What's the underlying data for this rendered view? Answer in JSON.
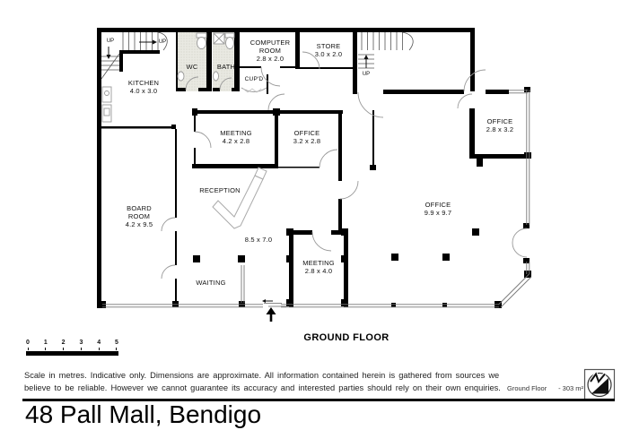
{
  "plan": {
    "floor_label": "GROUND FLOOR",
    "up_labels": [
      "UP",
      "UP",
      "UP"
    ],
    "rooms": [
      {
        "line1": "KITCHEN",
        "line2": "4.0 x 3.0"
      },
      {
        "line1": "WC"
      },
      {
        "line1": "BATH"
      },
      {
        "line1": "COMPUTER",
        "line2": "ROOM",
        "line3": "2.8 x 2.0"
      },
      {
        "line1": "STORE",
        "line2": "3.0 x 2.0"
      },
      {
        "line1": "CUP'D"
      },
      {
        "line1": "MEETING",
        "line2": "4.2 x 2.8"
      },
      {
        "line1": "OFFICE",
        "line2": "3.2 x 2.8"
      },
      {
        "line1": "OFFICE",
        "line2": "2.8 x 3.2"
      },
      {
        "line1": "BOARD",
        "line2": "ROOM",
        "line3": "4.2 x 9.5"
      },
      {
        "line1": "RECEPTION"
      },
      {
        "line1": "OFFICE",
        "line2": "9.9 x 9.7"
      },
      {
        "line1": "8.5 x 7.0"
      },
      {
        "line1": "MEETING",
        "line2": "2.8 x 4.0"
      },
      {
        "line1": "WAITING"
      }
    ]
  },
  "scale_bar": {
    "ticks": [
      "0",
      "1",
      "2",
      "3",
      "4",
      "5"
    ]
  },
  "disclaimer": {
    "line1": "Scale in metres. Indicative only. Dimensions are approximate.  All information contained herein is gathered from sources we",
    "line2": "believe to be reliable. However we cannot guarantee its accuracy and interested parties should rely on their own enquiries."
  },
  "footer": {
    "area_label": "Ground Floor",
    "area_value": "- 303 m²",
    "address": "48 Pall Mall, Bendigo"
  },
  "colors": {
    "wall": "#000000",
    "wet_area_fill": "#e9e9e2",
    "door_arc": "#999999",
    "window": "#777777"
  }
}
